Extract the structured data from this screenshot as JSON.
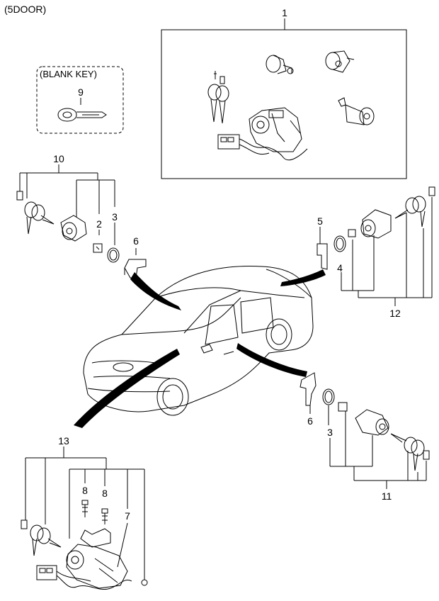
{
  "variant_label": "(5DOOR)",
  "blank_key_label": "(BLANK KEY)",
  "callouts": {
    "assy_lock_set": "1",
    "door_cylinder": "2",
    "ring_door": "3",
    "ring_tailgate": "4",
    "clip_tailgate": "5",
    "clip_door_right": "6",
    "clip_door_left": "6",
    "ignition_switch": "7",
    "bolt_left": "8",
    "bolt_right": "8",
    "blank_key": "9",
    "door_lock_set_left": "10",
    "door_lock_set_right": "11",
    "tailgate_lock_set": "12",
    "ignition_lock_set": "13",
    "ring_door_right": "3"
  },
  "colors": {
    "line": "#000000",
    "background": "#ffffff",
    "shade": "#d9d9d9"
  }
}
